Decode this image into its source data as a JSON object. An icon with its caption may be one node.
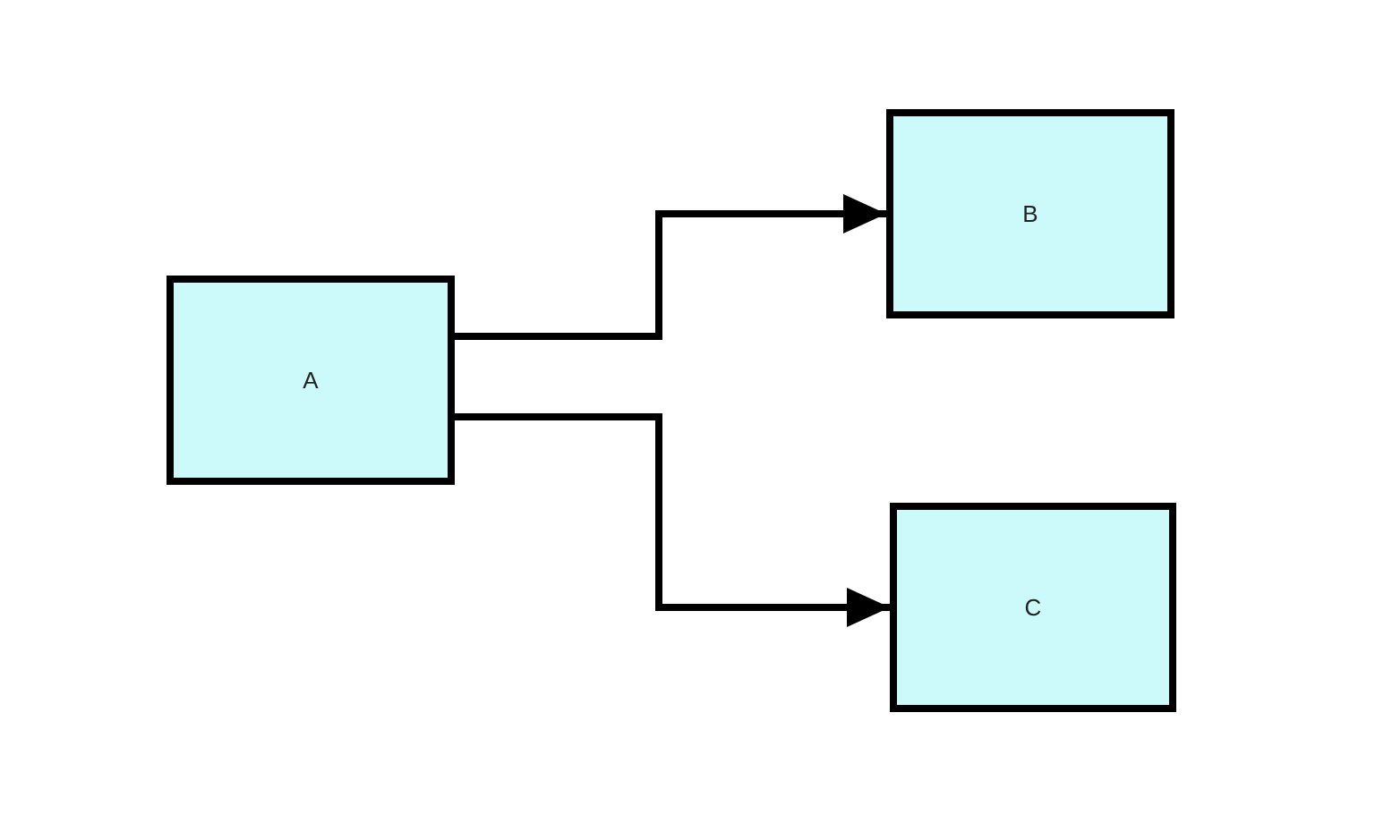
{
  "diagram": {
    "nodes": [
      {
        "text": [
          "A"
        ]
      },
      {
        "text": [
          "B"
        ]
      },
      {
        "text": [
          "C"
        ]
      }
    ],
    "edges": [
      {
        "from": 0,
        "to": 1,
        "arrow": "to"
      },
      {
        "from": 0,
        "to": 2,
        "arrow": "to"
      }
    ]
  }
}
